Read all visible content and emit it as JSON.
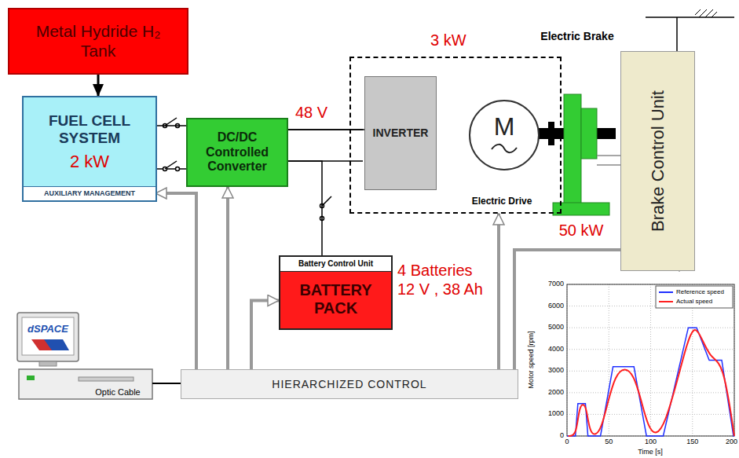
{
  "diagram": {
    "nodes": [
      {
        "text": [
          "Metal Hydride H₂ Tank"
        ]
      },
      {
        "text": [
          "FUEL CELL SYSTEM",
          "2 kW"
        ]
      },
      {
        "text": [
          "AUXILIARY MANAGEMENT"
        ],
        "in": 1
      },
      {
        "text": [
          "DC/DC Controlled Converter"
        ]
      },
      {
        "text": [
          "Electric Drive"
        ]
      },
      {
        "text": [
          "INVERTER"
        ],
        "in": 4
      },
      {
        "text": [
          "M"
        ],
        "in": 4
      },
      {
        "text": [
          "Battery Control Unit",
          "BATTERY PACK"
        ]
      },
      {
        "text": [
          "Brake Control Unit"
        ]
      },
      {
        "text": [
          "HIERARCHIZED CONTROL"
        ]
      }
    ],
    "edges": [
      {
        "from": 0,
        "to": 1,
        "arrow": "to"
      },
      {
        "from": 1,
        "to": 3,
        "arrow": "none"
      },
      {
        "from": 3,
        "to": 5,
        "arrow": "none"
      },
      {
        "from": 3,
        "to": 7,
        "arrow": "none"
      },
      {
        "from": 9,
        "to": 2,
        "arrow": "to"
      },
      {
        "from": 9,
        "to": 3,
        "arrow": "to"
      },
      {
        "from": 9,
        "to": 7,
        "arrow": "to"
      },
      {
        "from": 9,
        "to": 4,
        "arrow": "to"
      },
      {
        "from": 9,
        "to": 8,
        "arrow": "to"
      }
    ],
    "labels": [
      "48 V",
      "3 kW",
      "Electric Brake",
      "50 kW",
      "4 Batteries",
      "12 V , 38 Ah",
      "dSPACE",
      "Optic Cable",
      "Motor speed [rpm]",
      "Time [s]",
      "0",
      "1000",
      "2000",
      "3000",
      "4000",
      "5000",
      "6000",
      "7000",
      "0",
      "50",
      "100",
      "150",
      "200"
    ],
    "legend": [
      {
        "text": "Reference speed"
      },
      {
        "text": "Actual speed"
      }
    ]
  }
}
